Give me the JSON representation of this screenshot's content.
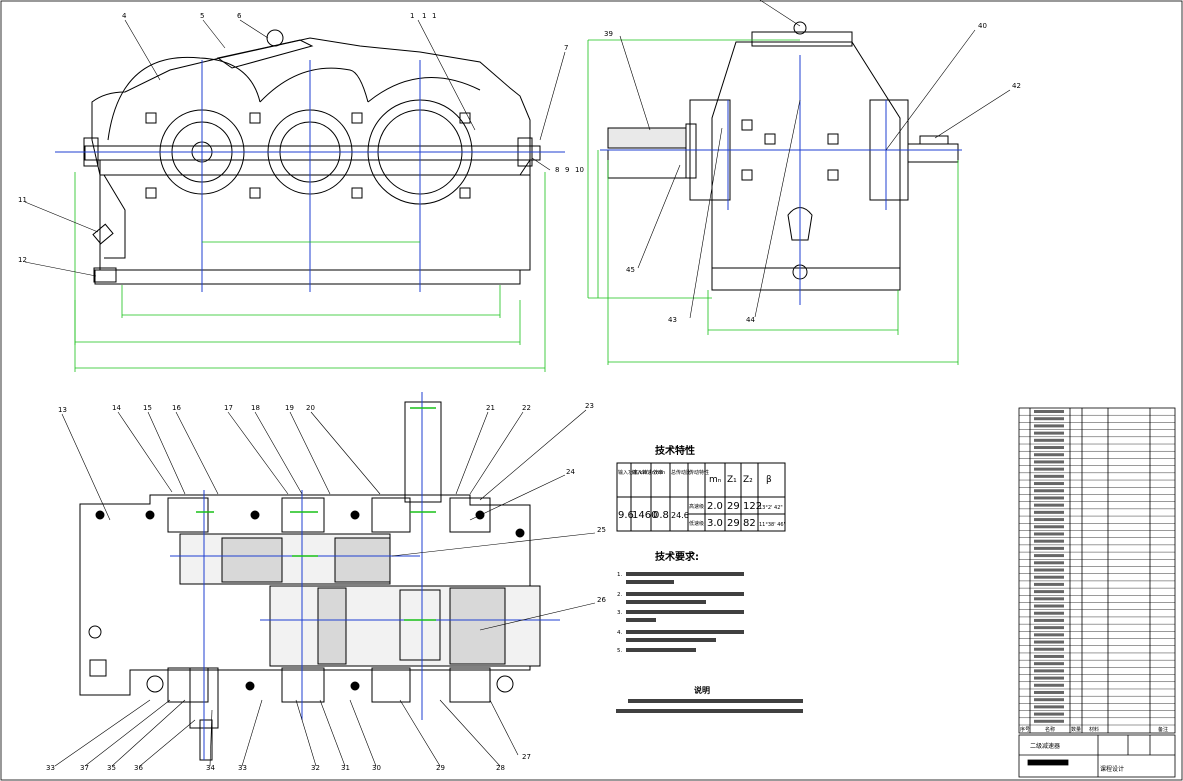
{
  "drawing": {
    "views": [
      "front-view",
      "side-view",
      "plan-section"
    ]
  },
  "callouts": {
    "front_top": [
      "4",
      "5",
      "6",
      "1",
      "1",
      "1",
      "7"
    ],
    "front_right": [
      "8",
      "9",
      "10"
    ],
    "front_left": [
      "11",
      "12"
    ],
    "side_top": [
      "39",
      "40",
      "42"
    ],
    "side_bottom": [
      "45",
      "43",
      "44"
    ],
    "plan_top": [
      "13",
      "14",
      "15",
      "16",
      "17",
      "18",
      "19",
      "20",
      "21",
      "22",
      "23"
    ],
    "plan_right": [
      "24",
      "25",
      "26",
      "27"
    ],
    "plan_bottom": [
      "33",
      "37",
      "35",
      "36",
      "34",
      "33",
      "32",
      "31",
      "30",
      "29",
      "28"
    ]
  },
  "tech_spec": {
    "title": "技术特性",
    "headers": [
      "输入功率/kW",
      "输入转速r/min",
      "效率",
      "总传动比",
      "传动特性",
      "mₙ",
      "Z₁",
      "Z₂",
      "β"
    ],
    "power": "9.6",
    "speed": "1460",
    "efficiency": "0.8",
    "ratio": "24.6",
    "rows": [
      {
        "stage": "高速级",
        "mn": "2.0",
        "z1": "29",
        "z2": "122",
        "beta": "13°2' 42\""
      },
      {
        "stage": "低速级",
        "mn": "3.0",
        "z1": "29",
        "z2": "82",
        "beta": "11°38' 46\""
      }
    ]
  },
  "requirements": {
    "title": "技术要求:",
    "items": [
      "1.",
      "2.",
      "3.",
      "4.",
      "5."
    ]
  },
  "explanation": {
    "title": "说明"
  },
  "title_block": {
    "name": "二级减速器",
    "subtitle": "课程设计",
    "col_headers": [
      "序号",
      "名称",
      "数量",
      "材料",
      "备注"
    ]
  }
}
